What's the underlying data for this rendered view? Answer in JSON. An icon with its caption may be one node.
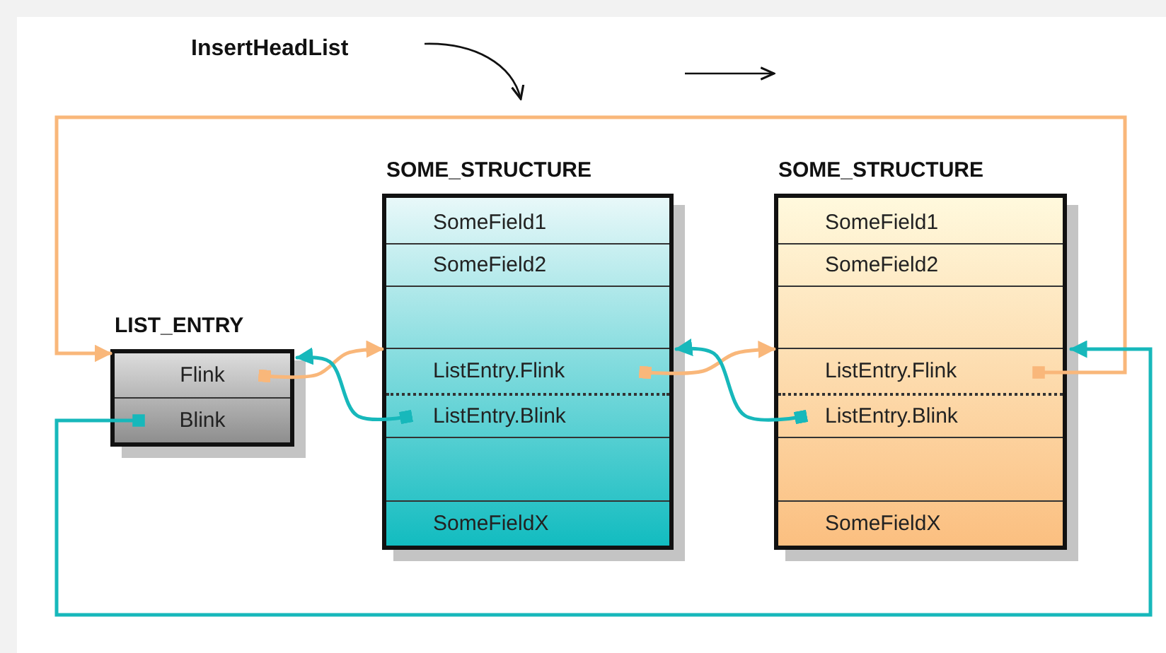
{
  "diagram": {
    "nodes": [
      {
        "text": [
          "LIST_ENTRY"
        ]
      },
      {
        "text": [
          "Flink"
        ],
        "in": 0
      },
      {
        "text": [
          "Blink"
        ],
        "in": 0
      },
      {
        "text": [
          "SOME_STRUCTURE"
        ]
      },
      {
        "text": [
          "SomeField1"
        ],
        "in": 3
      },
      {
        "text": [
          "SomeField2"
        ],
        "in": 3
      },
      {
        "text": [
          "ListEntry.Flink"
        ],
        "in": 3
      },
      {
        "text": [
          "ListEntry.Blink"
        ],
        "in": 3
      },
      {
        "text": [
          "SomeFieldX"
        ],
        "in": 3
      },
      {
        "text": [
          "SOME_STRUCTURE"
        ]
      },
      {
        "text": [
          "SomeField1"
        ],
        "in": 9
      },
      {
        "text": [
          "SomeField2"
        ],
        "in": 9
      },
      {
        "text": [
          "ListEntry.Flink"
        ],
        "in": 9
      },
      {
        "text": [
          "ListEntry.Blink"
        ],
        "in": 9
      },
      {
        "text": [
          "SomeFieldX"
        ],
        "in": 9
      }
    ],
    "edges": [
      {
        "from": 1,
        "to": 6,
        "arrow": "to",
        "color": "#f9b77a"
      },
      {
        "from": 7,
        "to": 1,
        "arrow": "to",
        "color": "#17b8bb"
      },
      {
        "from": 6,
        "to": 12,
        "arrow": "to",
        "color": "#f9b77a"
      },
      {
        "from": 13,
        "to": 6,
        "arrow": "to",
        "color": "#17b8bb"
      },
      {
        "from": 12,
        "to": 1,
        "arrow": "to",
        "color": "#f9b77a"
      },
      {
        "from": 2,
        "to": 12,
        "arrow": "to",
        "color": "#17b8bb"
      }
    ],
    "labels": [
      "InsertHeadList"
    ]
  }
}
